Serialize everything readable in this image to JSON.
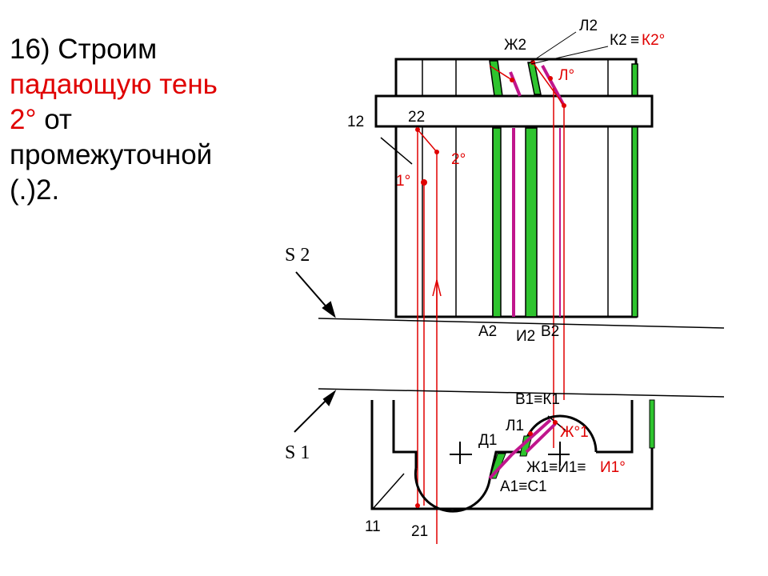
{
  "step_text": {
    "line1": "16) Строим",
    "line2": "падающую тень",
    "line3_red": "2°",
    "line3_rest": " от",
    "line4": "промежуточной",
    "line5": "(.)2."
  },
  "labels": {
    "zh2": "Ж2",
    "l2": "Л2",
    "k2": "К2",
    "equiv": "≡",
    "k2_shadow": "К2°",
    "l_shadow": "Л°",
    "p1_2": "12",
    "p2_2": "22",
    "p2_shadow": "2°",
    "p1_shadow": "1°",
    "s2": "S 2",
    "s1": "S 1",
    "a2": "А2",
    "i2": "И2",
    "v2": "В2",
    "v1k1": "В1≡К1",
    "l1": "Л1",
    "zh1_shadow": "Ж°1",
    "d1": "Д1",
    "zh1i1": "Ж1≡И1≡",
    "i1_shadow": "И1°",
    "a1c1": "А1≡С1",
    "p1_1": "11",
    "p2_1": "21"
  },
  "colors": {
    "outline": "#000000",
    "shadow_fill": "#2ec42e",
    "edge": "#c0158c",
    "construct": "#e00000"
  }
}
